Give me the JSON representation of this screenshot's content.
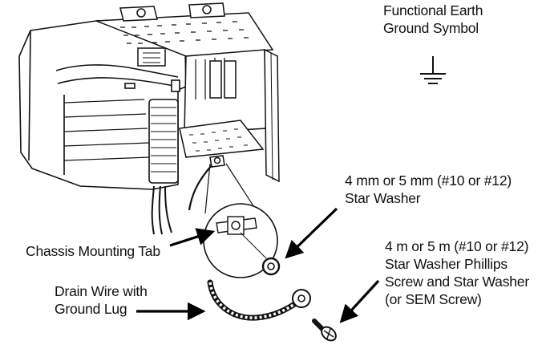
{
  "labels": {
    "ground_symbol": [
      "Functional Earth",
      "Ground Symbol"
    ],
    "star_washer": [
      "4 mm or 5 mm (#10 or #12)",
      "Star Washer"
    ],
    "screw": [
      "4 m or 5 m (#10 or #12)",
      "Star Washer Phillips",
      "Screw and Star Washer",
      "(or SEM Screw)"
    ],
    "mounting_tab": [
      "Chassis Mounting Tab"
    ],
    "drain_wire": [
      "Drain Wire with",
      "Ground Lug"
    ]
  }
}
